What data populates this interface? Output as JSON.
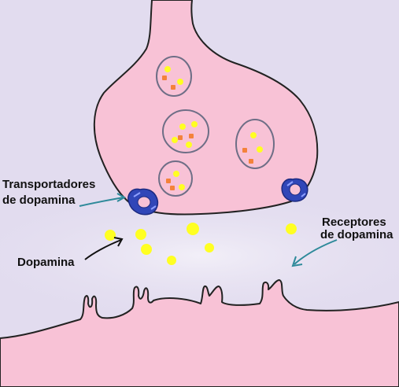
{
  "labels": {
    "transporter_line1": "Transportadores",
    "transporter_line2": "de dopamina",
    "receptor_line1": "Receptores",
    "receptor_line2": "de dopamina",
    "dopamine": "Dopamina"
  },
  "colors": {
    "background": "#e2dcef",
    "synaptic_cleft": "#eeeaf6",
    "neuron_fill": "#f8c2d6",
    "outline": "#222222",
    "vesicle_outline": "#6e6e86",
    "dopamine_yellow": "#ffff22",
    "dopamine_orange": "#f4823a",
    "transporter_blue": "#3046b8",
    "transporter_arrow": "#2e8a9a",
    "receptor_arrow": "#2e8a9a",
    "black_arrow": "#111111"
  },
  "icons": {
    "transporter": "transporter-ring-icon",
    "receptor": "receptor-arrow-icon",
    "dopamine": "dopamine-molecule-icon"
  }
}
